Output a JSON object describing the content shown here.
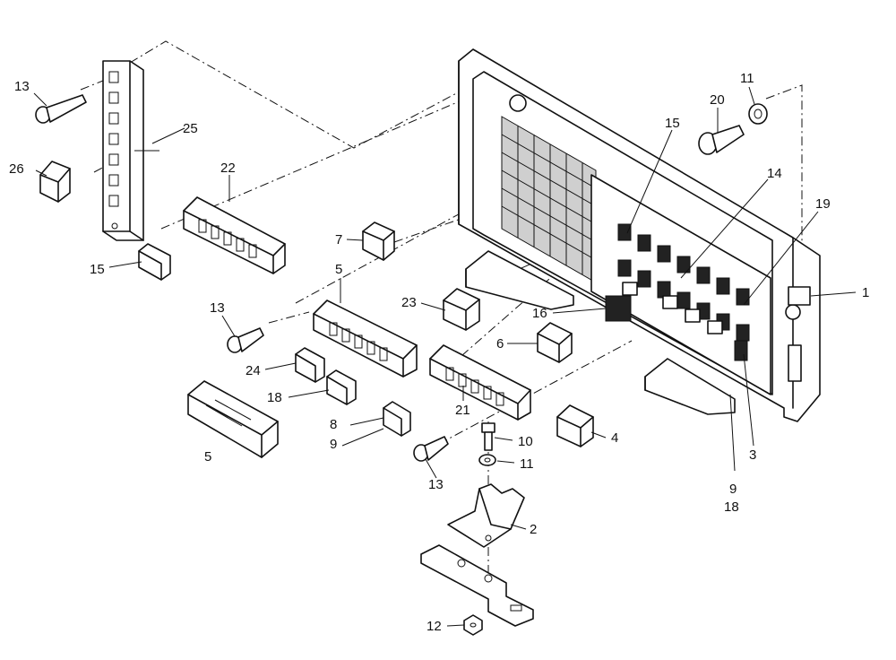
{
  "callouts": [
    {
      "id": "c1",
      "text": "1"
    },
    {
      "id": "c2",
      "text": "2"
    },
    {
      "id": "c3",
      "text": "3"
    },
    {
      "id": "c4",
      "text": "4"
    },
    {
      "id": "c5a",
      "text": "5"
    },
    {
      "id": "c5b",
      "text": "5"
    },
    {
      "id": "c6",
      "text": "6"
    },
    {
      "id": "c7",
      "text": "7"
    },
    {
      "id": "c8",
      "text": "8"
    },
    {
      "id": "c9a",
      "text": "9"
    },
    {
      "id": "c9b",
      "text": "9"
    },
    {
      "id": "c10",
      "text": "10"
    },
    {
      "id": "c11a",
      "text": "11"
    },
    {
      "id": "c11b",
      "text": "11"
    },
    {
      "id": "c12",
      "text": "12"
    },
    {
      "id": "c13a",
      "text": "13"
    },
    {
      "id": "c13b",
      "text": "13"
    },
    {
      "id": "c13c",
      "text": "13"
    },
    {
      "id": "c14",
      "text": "14"
    },
    {
      "id": "c15a",
      "text": "15"
    },
    {
      "id": "c15b",
      "text": "15"
    },
    {
      "id": "c16",
      "text": "16"
    },
    {
      "id": "c18a",
      "text": "18"
    },
    {
      "id": "c18b",
      "text": "18"
    },
    {
      "id": "c19",
      "text": "19"
    },
    {
      "id": "c20",
      "text": "20"
    },
    {
      "id": "c21",
      "text": "21"
    },
    {
      "id": "c22",
      "text": "22"
    },
    {
      "id": "c23",
      "text": "23"
    },
    {
      "id": "c24",
      "text": "24"
    },
    {
      "id": "c25",
      "text": "25"
    },
    {
      "id": "c26",
      "text": "26"
    }
  ]
}
